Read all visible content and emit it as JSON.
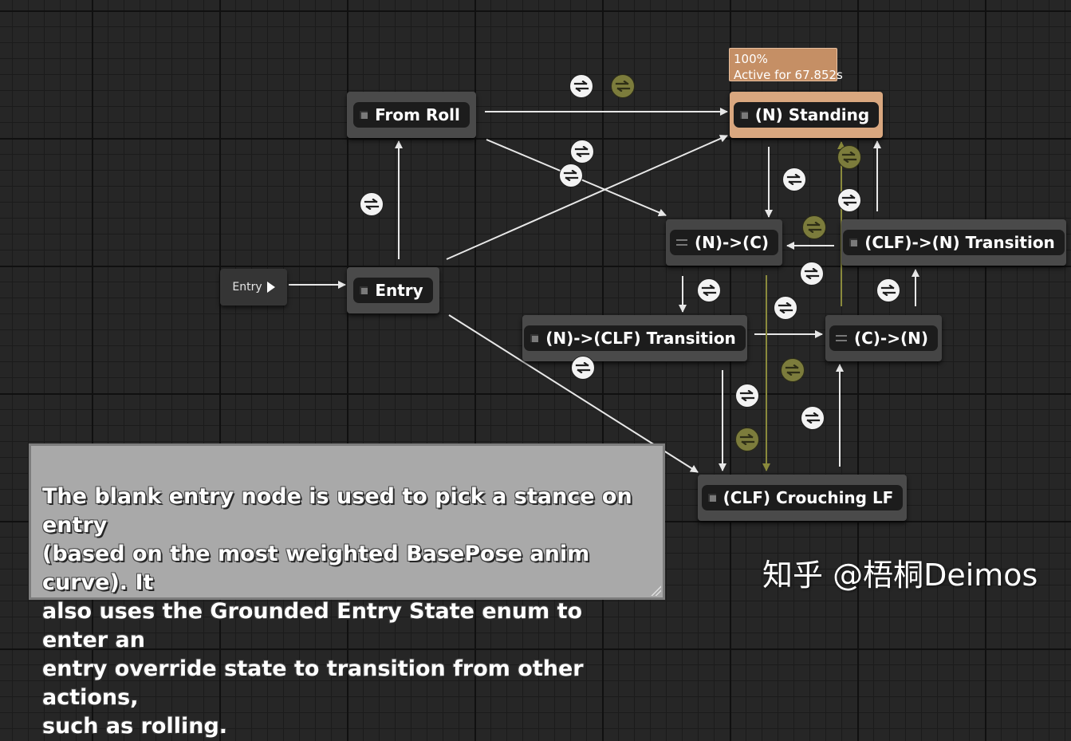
{
  "entry_node": {
    "label": "Entry"
  },
  "active_state": {
    "weight": "100%",
    "active_time": "Active for 67.852s"
  },
  "states": {
    "from_roll": "From Roll",
    "n_standing": "(N) Standing",
    "entry_state": "Entry",
    "n_to_c": "(N)->(C)",
    "clf_to_n_transition": "(CLF)->(N) Transition",
    "n_to_clf_transition": "(N)->(CLF) Transition",
    "c_to_n": "(C)->(N)",
    "clf_crouching_lf": "(CLF) Crouching LF"
  },
  "comment": {
    "text": "The blank entry node is used to pick a stance on entry\n(based on the most weighted BasePose anim curve). It\nalso uses the Grounded Entry State enum to enter an\nentry override state to transition from other actions,\nsuch as rolling."
  },
  "watermark": "知乎 @梧桐Deimos",
  "colors": {
    "active_state": "#d9a77f",
    "transition_line": "#e8e8e8",
    "inactive_line": "#7c7c3c",
    "comment_bg": "#a9a9a9"
  },
  "icons": {
    "state": "state-square-icon",
    "conduit": "conduit-lines-icon",
    "transition_rule": "transition-arrows-icon",
    "entry": "entry-arrow-icon"
  }
}
